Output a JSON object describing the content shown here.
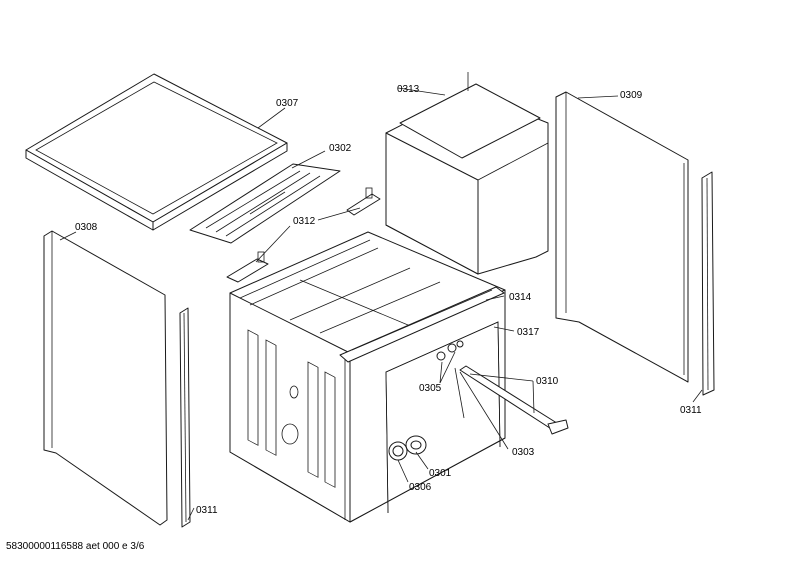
{
  "labels": {
    "p0307": "0307",
    "p0302": "0302",
    "p0313": "0313",
    "p0309": "0309",
    "p0312": "0312",
    "p0308": "0308",
    "p0314": "0314",
    "p0317": "0317",
    "p0310": "0310",
    "p0305": "0305",
    "p0303": "0303",
    "p0301": "0301",
    "p0306": "0306",
    "p0311_right": "0311",
    "p0311_bottom": "0311"
  },
  "footer": "58300000116588 aet 000 e 3/6"
}
